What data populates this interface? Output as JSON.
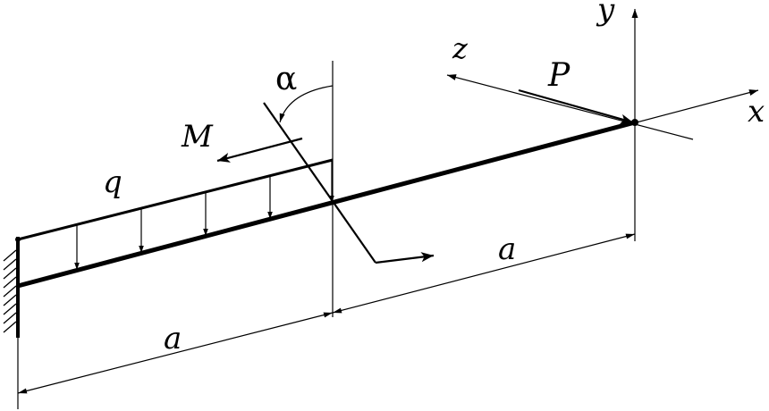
{
  "labels": {
    "y_axis": "y",
    "x_axis": "x",
    "z_axis": "z",
    "force": "P",
    "moment": "M",
    "distributed_load": "q",
    "angle": "α",
    "dim_left": "a",
    "dim_right": "a"
  },
  "colors": {
    "ink": "#000000",
    "background": "#ffffff"
  },
  "elements": {
    "fixed_support": "hatched-wall",
    "beam": "thick-line",
    "load_arrows": "down-arrows"
  }
}
